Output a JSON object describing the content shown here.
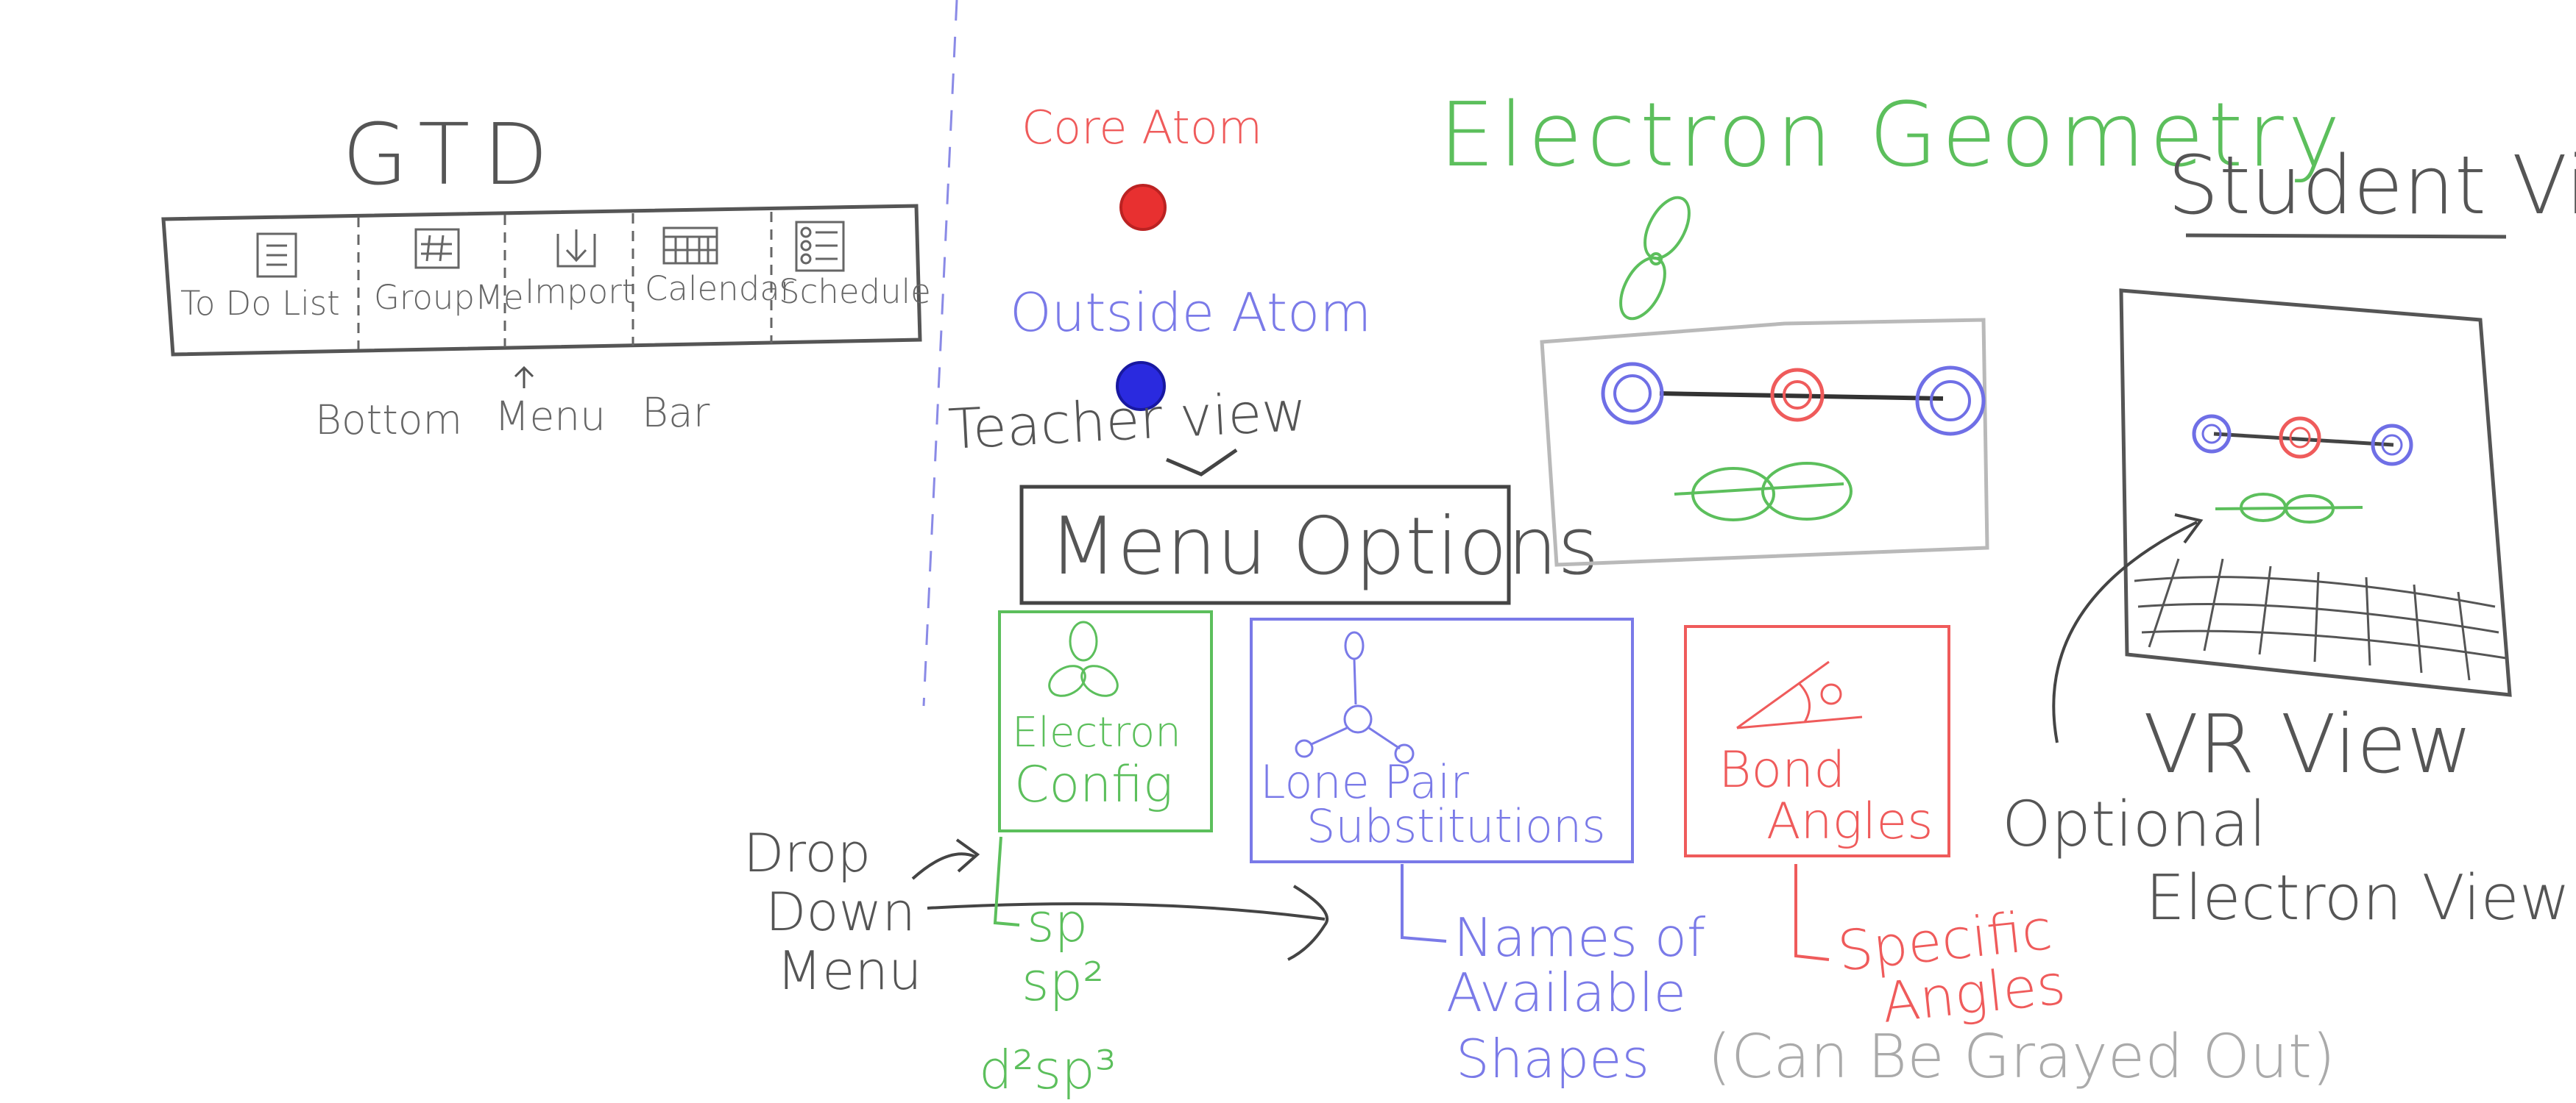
{
  "gtd": {
    "title": "GTD",
    "items": [
      "To Do List",
      "GroupMe",
      "Import",
      "Calendar",
      "Schedule"
    ],
    "caption_pre": "Bottom",
    "caption_mid": "Menu",
    "caption_post": "Bar"
  },
  "legend": {
    "core_atom": "Core Atom",
    "outside_atom": "Outside Atom"
  },
  "teacher_view": "Teacher view",
  "menu_options": "Menu Options",
  "electron_config": {
    "line1": "Electron",
    "line2": "Config",
    "items": [
      "sp",
      "sp²",
      "d²sp³"
    ]
  },
  "lone_pair": {
    "line1": "Lone Pair",
    "line2": "Substitutions",
    "sub1": "Names of",
    "sub2": "Available",
    "sub3": "Shapes"
  },
  "bond_angles": {
    "line1": "Bond",
    "line2": "Angles",
    "sub1": "Specific",
    "sub2": "Angles"
  },
  "grayed_note": "(Can Be Grayed Out)",
  "drop_down": [
    "Drop",
    "Down",
    "Menu"
  ],
  "electron_geometry": "Electron Geometry",
  "student_view": "Student View",
  "vr_view": "VR View",
  "optional_line1": "Optional",
  "optional_line2": "Electron View",
  "colors": {
    "ink": "#555555",
    "red": "#ef5b5b",
    "blue": "#6f6fe6",
    "green": "#5cbf5c",
    "gray": "#b9b9b9",
    "light_gray": "#aaaaaa"
  }
}
